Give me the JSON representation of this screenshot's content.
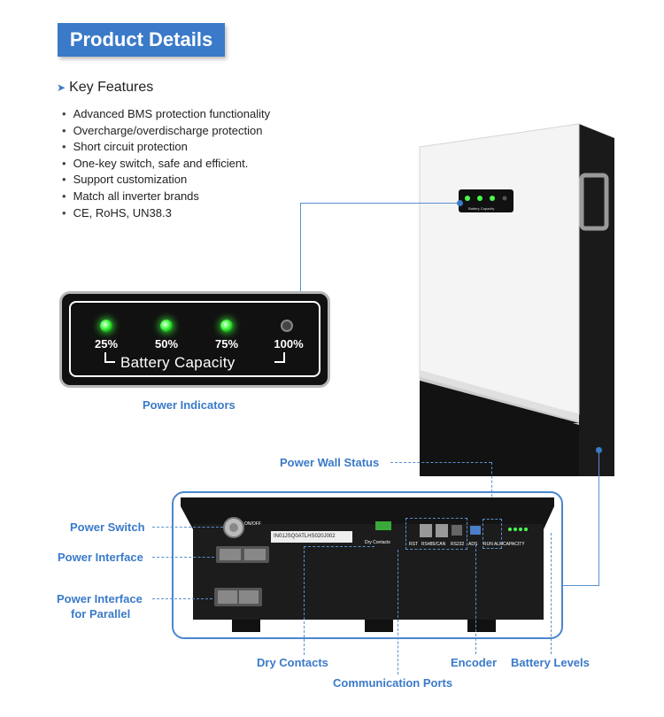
{
  "header": {
    "title": "Product Details"
  },
  "key_features": {
    "heading": "Key Features",
    "items": [
      "Advanced BMS protection functionality",
      "Overcharge/overdischarge protection",
      "Short circuit protection",
      "One-key switch, safe and efficient.",
      "Support customization",
      "Match all inverter brands",
      "CE, RoHS, UN38.3"
    ]
  },
  "panel": {
    "levels": [
      "25%",
      "50%",
      "75%",
      "100%"
    ],
    "label": "Battery Capacity",
    "small_label": "Battery Capacity"
  },
  "labels": {
    "power_indicators": "Power Indicators",
    "power_wall_status": "Power Wall Status",
    "power_switch": "Power Switch",
    "power_interface": "Power Interface",
    "power_interface_parallel_1": "Power Interface",
    "power_interface_parallel_2": "for Parallel",
    "dry_contacts": "Dry  Contacts",
    "communication_ports": "Communication Ports",
    "encoder": "Encoder",
    "battery_levels": "Battery Levels"
  },
  "device_bottom": {
    "onoff": "ON/OFF",
    "serial": "IN01JSQ0ATLHS020J002",
    "dry_contacts": "Dry Contacts",
    "rst": "RST",
    "rs485": "RS485/CAN",
    "rs232": "RS232",
    "ads": "ADS",
    "run_alm": "RUN ALM",
    "capacity": "CAPACITY"
  },
  "colors": {
    "accent": "#3a7ac8",
    "led_on": "#2bff2b",
    "device_body": "#f2f2f2",
    "device_dark": "#111111"
  }
}
